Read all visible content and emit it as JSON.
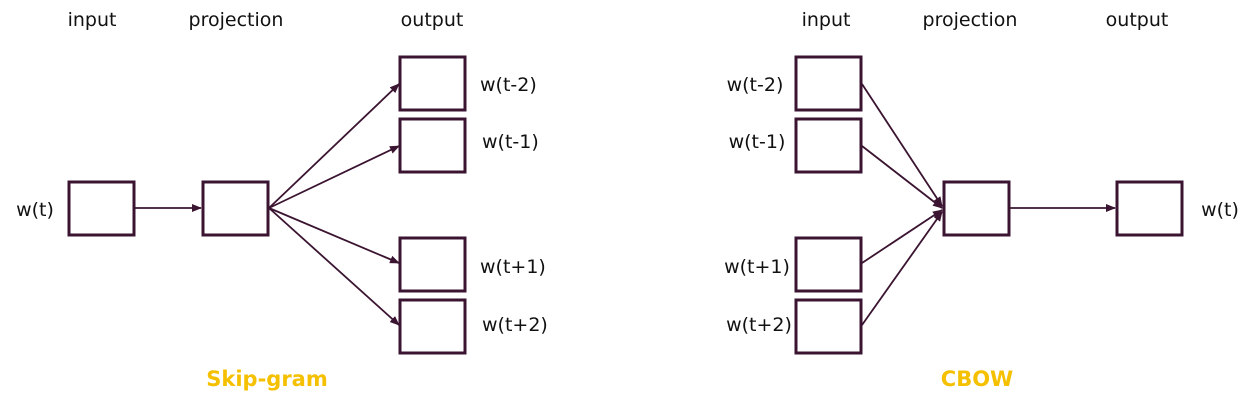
{
  "colors": {
    "stroke": "#3a1430",
    "caption": "#f5c000"
  },
  "skipgram": {
    "headers": {
      "input": "input",
      "projection": "projection",
      "output": "output"
    },
    "input_label": "w(t)",
    "output_labels": [
      "w(t-2)",
      "w(t-1)",
      "w(t+1)",
      "w(t+2)"
    ],
    "caption": "Skip-gram"
  },
  "cbow": {
    "headers": {
      "input": "input",
      "projection": "projection",
      "output": "output"
    },
    "input_labels": [
      "w(t-2)",
      "w(t-1)",
      "w(t+1)",
      "w(t+2)"
    ],
    "output_label": "w(t)",
    "caption": "CBOW"
  }
}
